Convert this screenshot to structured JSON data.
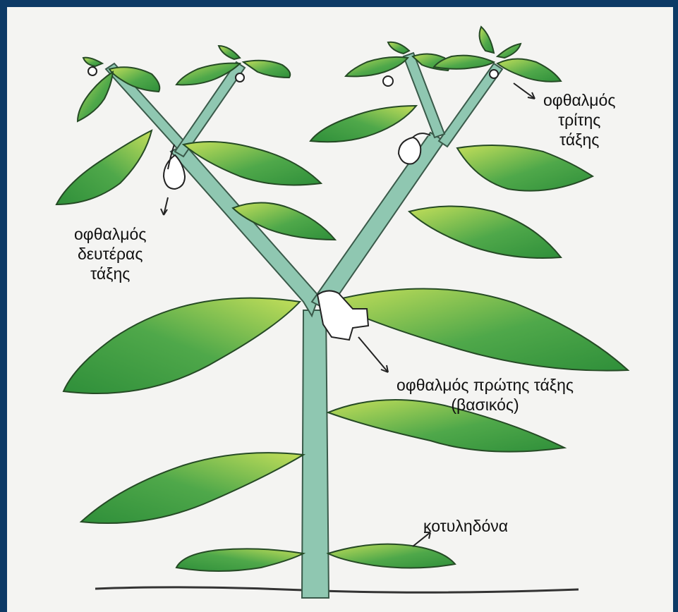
{
  "labels": {
    "third_order_bud": [
      "οφθαλμός",
      "τρίτης",
      "τάξης"
    ],
    "second_order_bud": [
      "οφθαλμός",
      "δευτέρας",
      "τάξης"
    ],
    "first_order_bud": [
      "οφθαλμός πρώτης τάξης",
      "(βασικός)"
    ],
    "cotyledon": "κοτυληδόνα"
  },
  "colors": {
    "frame": "#0d3a66",
    "paper": "#f4f4f2",
    "leaf_dark": "#2f8f3a",
    "leaf_light": "#c4df5a",
    "stem": "#8fc7b1"
  }
}
